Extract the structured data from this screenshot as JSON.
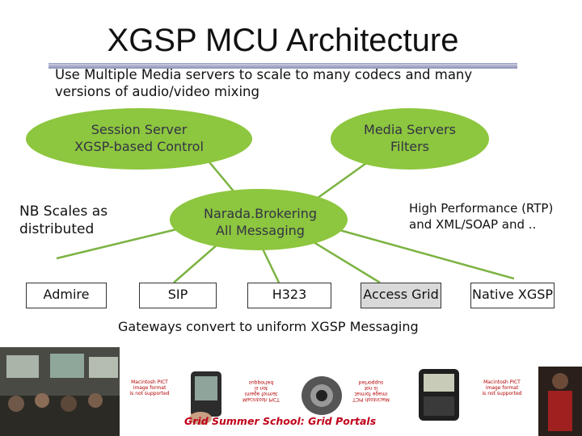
{
  "slide": {
    "title": "XGSP MCU Architecture",
    "subtitle_line1": "Use Multiple Media servers to scale to many codecs and many",
    "subtitle_line2": "versions of audio/video mixing"
  },
  "nodes": {
    "session_server": {
      "line1": "Session Server",
      "line2": "XGSP-based Control"
    },
    "media_servers": {
      "line1": "Media Servers",
      "line2": "Filters"
    },
    "narada": {
      "line1": "Narada.Brokering",
      "line2": "All Messaging"
    },
    "nb_scales": {
      "line1": "NB Scales as",
      "line2": "distributed"
    },
    "high_perf": {
      "line1": "High Performance (RTP)",
      "line2": "and XML/SOAP and .."
    }
  },
  "gateways": {
    "admire": "Admire",
    "sip": "SIP",
    "h323": "H323",
    "access_grid": "Access Grid",
    "native_xgsp": "Native XGSP"
  },
  "gateways_caption": "Gateways convert to uniform XGSP Messaging",
  "footer": "Grid Summer School: Grid Portals",
  "pict_notice": {
    "line1": "Macintosh PICT",
    "line2": "image format",
    "line3": "is not supported"
  },
  "colors": {
    "ellipse_fill": "#8dc63f",
    "line": "#6aa122"
  }
}
